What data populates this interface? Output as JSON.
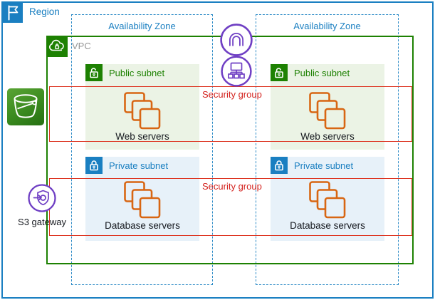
{
  "region": {
    "label": "Region",
    "icon": "flag-icon",
    "color": "#1a7fc1"
  },
  "availability_zones": [
    {
      "label": "Availability Zone"
    },
    {
      "label": "Availability Zone"
    }
  ],
  "vpc": {
    "label": "VPC",
    "icon": "cloud-lock-icon",
    "border_color": "#1d8102",
    "label_color": "#969696"
  },
  "subnets": {
    "public": {
      "label": "Public subnet",
      "icon": "open-lock-icon",
      "fill": "#ebf3e5",
      "accent": "#1d8102"
    },
    "private": {
      "label": "Private subnet",
      "icon": "closed-lock-icon",
      "fill": "#e7f1f9",
      "accent": "#1a7fc1"
    }
  },
  "servers": {
    "web_label": "Web servers",
    "database_label": "Database servers",
    "icon": "ec2-instances-icon",
    "color": "#d86613"
  },
  "security_groups": [
    {
      "label": "Security group"
    },
    {
      "label": "Security group"
    }
  ],
  "gateways": {
    "internet_gateway_icon": "internet-gateway-icon",
    "load_balancer_icon": "load-balancer-icon",
    "s3_bucket_icon": "s3-bucket-icon",
    "s3_gateway": {
      "label": "S3 gateway",
      "icon": "vpc-endpoint-icon"
    }
  },
  "colors": {
    "security_red": "#dd3522",
    "purple": "#6f3fc4",
    "orange": "#d86613",
    "blue": "#1a7fc1",
    "green": "#1d8102"
  }
}
